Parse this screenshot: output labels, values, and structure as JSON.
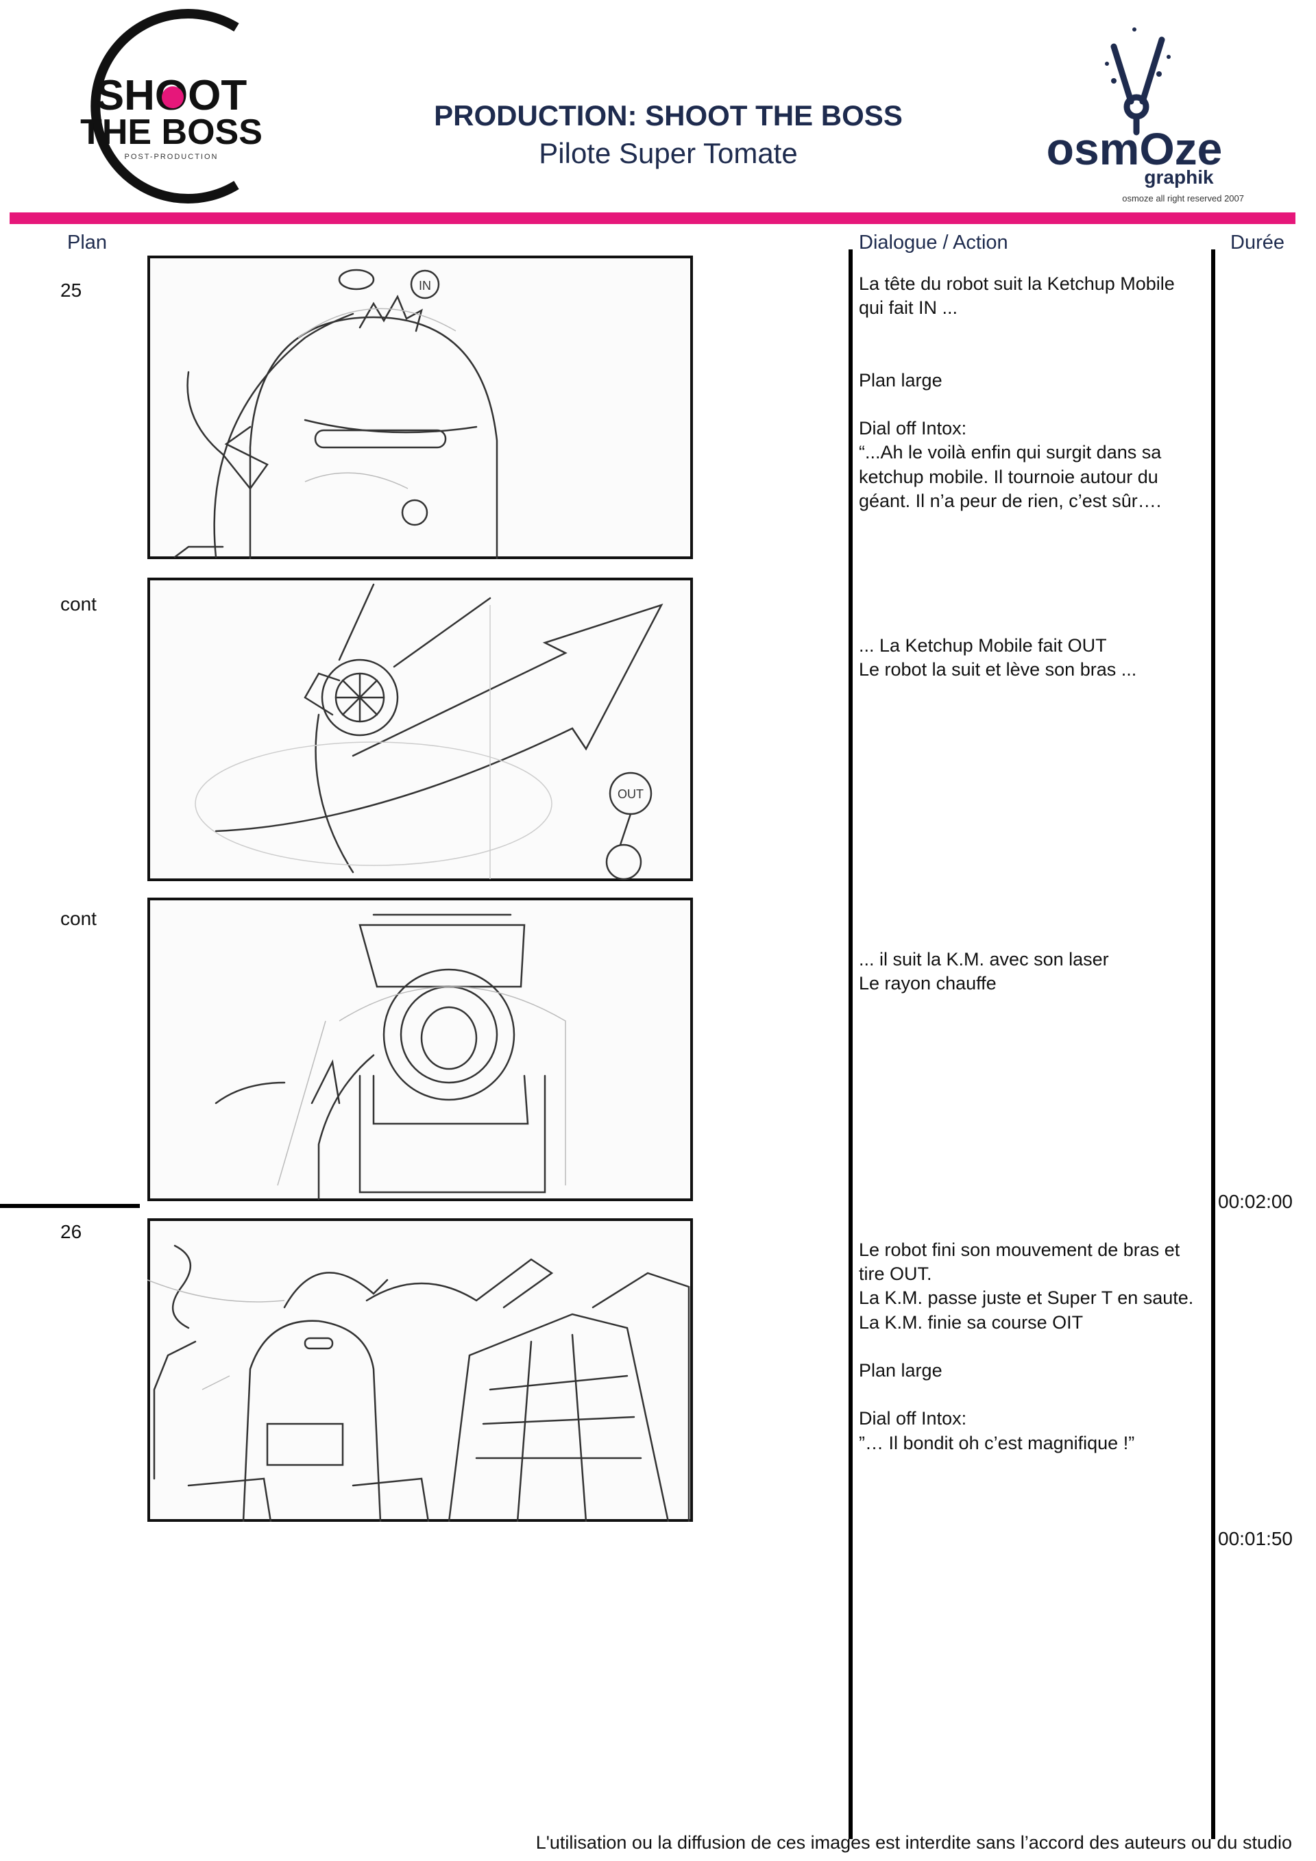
{
  "header": {
    "title": "PRODUCTION: SHOOT THE BOSS",
    "subtitle": "Pilote Super Tomate",
    "logo_left_text": [
      "SHOOT",
      "THE BOSS",
      "POST-PRODUCTION"
    ],
    "logo_right_text": [
      "osmOze",
      "graphik"
    ],
    "rights": "osmoze all right reserved 2007",
    "accent_color": "#e6177a",
    "title_color": "#1e2b4e"
  },
  "columns": {
    "plan": "Plan",
    "dialogue": "Dialogue /",
    "action": "Action",
    "duree": "Durée"
  },
  "shots": [
    {
      "plan": "25",
      "panel_icon": "storyboard-sketch-robot-head",
      "dialogue": "La tête du robot suit la Ketchup Mobile\nqui fait IN ...\n\n\nPlan large\n\nDial off Intox:\n“...Ah le voilà enfin qui surgit dans sa\nketchup mobile. Il tournoie autour du\ngéant. Il n’a peur de rien, c’est sûr…."
    },
    {
      "plan": "cont",
      "panel_icon": "storyboard-sketch-arm-arrow",
      "dialogue": "... La Ketchup Mobile fait OUT\nLe robot la suit et lève son bras ..."
    },
    {
      "plan": "cont",
      "panel_icon": "storyboard-sketch-laser",
      "dialogue": "... il suit la K.M. avec son laser\nLe rayon chauffe",
      "duree": "00:02:00"
    },
    {
      "plan": "26",
      "panel_icon": "storyboard-sketch-city",
      "dialogue": "Le robot fini son mouvement de bras et\ntire OUT.\nLa K.M. passe juste et Super T en saute.\n La K.M. finie sa course OIT\n\nPlan large\n\nDial off Intox:\n”… Il bondit oh c’est magnifique !”",
      "duree": "00:01:50"
    }
  ],
  "sketch_text": {
    "in_badge": "IN",
    "out_badge": "OUT"
  },
  "footer": "L'utilisation ou la diffusion de ces images est interdite sans l’accord des auteurs ou du studio"
}
